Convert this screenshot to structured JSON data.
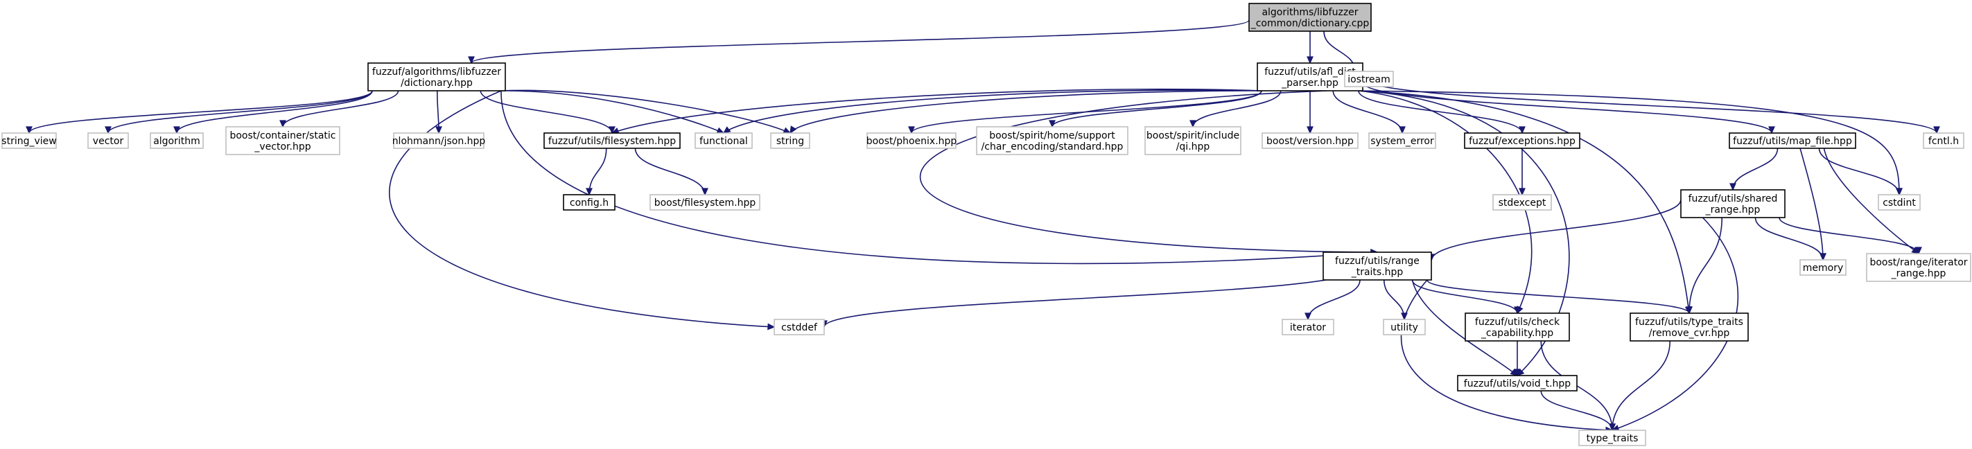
{
  "graph": {
    "type": "include-dependency-graph",
    "colors": {
      "edge": "#191970",
      "local_border": "#000000",
      "system_border": "#bfbfbf",
      "root_fill": "#bfbfbf"
    },
    "nodes": [
      {
        "id": "root",
        "lines": [
          "algorithms/libfuzzer",
          "_common/dictionary.cpp"
        ],
        "kind": "root"
      },
      {
        "id": "dict_hpp",
        "lines": [
          "fuzzuf/algorithms/libfuzzer",
          "/dictionary.hpp"
        ],
        "kind": "local"
      },
      {
        "id": "afl_dict",
        "lines": [
          "fuzzuf/utils/afl_dict",
          "_parser.hpp"
        ],
        "kind": "local"
      },
      {
        "id": "iostream",
        "lines": [
          "iostream"
        ],
        "kind": "system"
      },
      {
        "id": "string_view",
        "lines": [
          "string_view"
        ],
        "kind": "system"
      },
      {
        "id": "vector",
        "lines": [
          "vector"
        ],
        "kind": "system"
      },
      {
        "id": "algorithm",
        "lines": [
          "algorithm"
        ],
        "kind": "system"
      },
      {
        "id": "static_vector",
        "lines": [
          "boost/container/static",
          "_vector.hpp"
        ],
        "kind": "system"
      },
      {
        "id": "json",
        "lines": [
          "nlohmann/json.hpp"
        ],
        "kind": "system"
      },
      {
        "id": "filesystem",
        "lines": [
          "fuzzuf/utils/filesystem.hpp"
        ],
        "kind": "local"
      },
      {
        "id": "functional",
        "lines": [
          "functional"
        ],
        "kind": "system"
      },
      {
        "id": "string",
        "lines": [
          "string"
        ],
        "kind": "system"
      },
      {
        "id": "phoenix",
        "lines": [
          "boost/phoenix.hpp"
        ],
        "kind": "system"
      },
      {
        "id": "char_enc",
        "lines": [
          "boost/spirit/home/support",
          "/char_encoding/standard.hpp"
        ],
        "kind": "system"
      },
      {
        "id": "qi",
        "lines": [
          "boost/spirit/include",
          "/qi.hpp"
        ],
        "kind": "system"
      },
      {
        "id": "version",
        "lines": [
          "boost/version.hpp"
        ],
        "kind": "system"
      },
      {
        "id": "system_error",
        "lines": [
          "system_error"
        ],
        "kind": "system"
      },
      {
        "id": "exceptions",
        "lines": [
          "fuzzuf/exceptions.hpp"
        ],
        "kind": "local"
      },
      {
        "id": "map_file",
        "lines": [
          "fuzzuf/utils/map_file.hpp"
        ],
        "kind": "local"
      },
      {
        "id": "fcntl",
        "lines": [
          "fcntl.h"
        ],
        "kind": "system"
      },
      {
        "id": "config",
        "lines": [
          "config.h"
        ],
        "kind": "local"
      },
      {
        "id": "boost_fs",
        "lines": [
          "boost/filesystem.hpp"
        ],
        "kind": "system"
      },
      {
        "id": "stdexcept",
        "lines": [
          "stdexcept"
        ],
        "kind": "system"
      },
      {
        "id": "shared_range",
        "lines": [
          "fuzzuf/utils/shared",
          "_range.hpp"
        ],
        "kind": "local"
      },
      {
        "id": "cstdint",
        "lines": [
          "cstdint"
        ],
        "kind": "system"
      },
      {
        "id": "memory",
        "lines": [
          "memory"
        ],
        "kind": "system"
      },
      {
        "id": "iter_range",
        "lines": [
          "boost/range/iterator",
          "_range.hpp"
        ],
        "kind": "system"
      },
      {
        "id": "range_traits",
        "lines": [
          "fuzzuf/utils/range",
          "_traits.hpp"
        ],
        "kind": "local"
      },
      {
        "id": "cstddef",
        "lines": [
          "cstddef"
        ],
        "kind": "system"
      },
      {
        "id": "iterator",
        "lines": [
          "iterator"
        ],
        "kind": "system"
      },
      {
        "id": "utility",
        "lines": [
          "utility"
        ],
        "kind": "system"
      },
      {
        "id": "check_cap",
        "lines": [
          "fuzzuf/utils/check",
          "_capability.hpp"
        ],
        "kind": "local"
      },
      {
        "id": "remove_cvr",
        "lines": [
          "fuzzuf/utils/type_traits",
          "/remove_cvr.hpp"
        ],
        "kind": "local"
      },
      {
        "id": "void_t",
        "lines": [
          "fuzzuf/utils/void_t.hpp"
        ],
        "kind": "local"
      },
      {
        "id": "type_traits",
        "lines": [
          "type_traits"
        ],
        "kind": "system"
      }
    ],
    "edges": [
      [
        "root",
        "dict_hpp"
      ],
      [
        "root",
        "afl_dict"
      ],
      [
        "root",
        "iostream"
      ],
      [
        "dict_hpp",
        "string_view"
      ],
      [
        "dict_hpp",
        "vector"
      ],
      [
        "dict_hpp",
        "algorithm"
      ],
      [
        "dict_hpp",
        "static_vector"
      ],
      [
        "dict_hpp",
        "json"
      ],
      [
        "dict_hpp",
        "filesystem"
      ],
      [
        "dict_hpp",
        "functional"
      ],
      [
        "dict_hpp",
        "string"
      ],
      [
        "dict_hpp",
        "range_traits"
      ],
      [
        "dict_hpp",
        "cstddef"
      ],
      [
        "afl_dict",
        "filesystem"
      ],
      [
        "afl_dict",
        "functional"
      ],
      [
        "afl_dict",
        "string"
      ],
      [
        "afl_dict",
        "phoenix"
      ],
      [
        "afl_dict",
        "char_enc"
      ],
      [
        "afl_dict",
        "qi"
      ],
      [
        "afl_dict",
        "version"
      ],
      [
        "afl_dict",
        "system_error"
      ],
      [
        "afl_dict",
        "exceptions"
      ],
      [
        "afl_dict",
        "map_file"
      ],
      [
        "afl_dict",
        "fcntl"
      ],
      [
        "afl_dict",
        "cstdint"
      ],
      [
        "afl_dict",
        "range_traits"
      ],
      [
        "afl_dict",
        "check_cap"
      ],
      [
        "afl_dict",
        "remove_cvr"
      ],
      [
        "afl_dict",
        "void_t"
      ],
      [
        "filesystem",
        "config"
      ],
      [
        "filesystem",
        "boost_fs"
      ],
      [
        "exceptions",
        "stdexcept"
      ],
      [
        "map_file",
        "shared_range"
      ],
      [
        "map_file",
        "cstdint"
      ],
      [
        "map_file",
        "memory"
      ],
      [
        "map_file",
        "iter_range"
      ],
      [
        "shared_range",
        "range_traits"
      ],
      [
        "shared_range",
        "memory"
      ],
      [
        "shared_range",
        "iter_range"
      ],
      [
        "shared_range",
        "remove_cvr"
      ],
      [
        "shared_range",
        "type_traits"
      ],
      [
        "range_traits",
        "cstddef"
      ],
      [
        "range_traits",
        "iterator"
      ],
      [
        "range_traits",
        "utility"
      ],
      [
        "range_traits",
        "check_cap"
      ],
      [
        "range_traits",
        "remove_cvr"
      ],
      [
        "range_traits",
        "void_t"
      ],
      [
        "range_traits",
        "type_traits"
      ],
      [
        "check_cap",
        "void_t"
      ],
      [
        "check_cap",
        "type_traits"
      ],
      [
        "remove_cvr",
        "type_traits"
      ],
      [
        "void_t",
        "type_traits"
      ]
    ]
  }
}
